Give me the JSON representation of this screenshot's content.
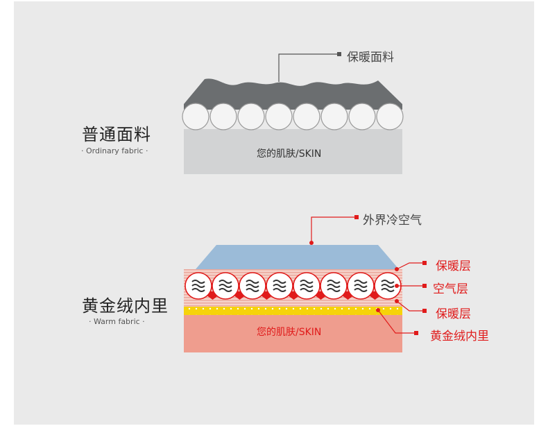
{
  "ordinary": {
    "title": "普通面料",
    "subtitle": "· Ordinary fabric ·",
    "skin_label": "您的肌肤/SKIN",
    "callout_fabric": "保暖面料",
    "colors": {
      "fabric": "#6b6e70",
      "skin": "#d2d3d4",
      "circle": "#f4f4f4"
    }
  },
  "warm": {
    "title": "黄金绒内里",
    "subtitle": "· Warm fabric ·",
    "skin_label": "您的肌肤/SKIN",
    "callout_outer": "外界冷空气",
    "callout_warm_top": "保暖层",
    "callout_air": "空气层",
    "callout_warm_bottom": "保暖层",
    "callout_lining": "黄金绒内里",
    "colors": {
      "outer": "#9bbbd8",
      "warm": "#f4c9c0",
      "lining": "#f6d30a",
      "skin": "#ef9d8e",
      "accent": "#e01b1b"
    }
  }
}
